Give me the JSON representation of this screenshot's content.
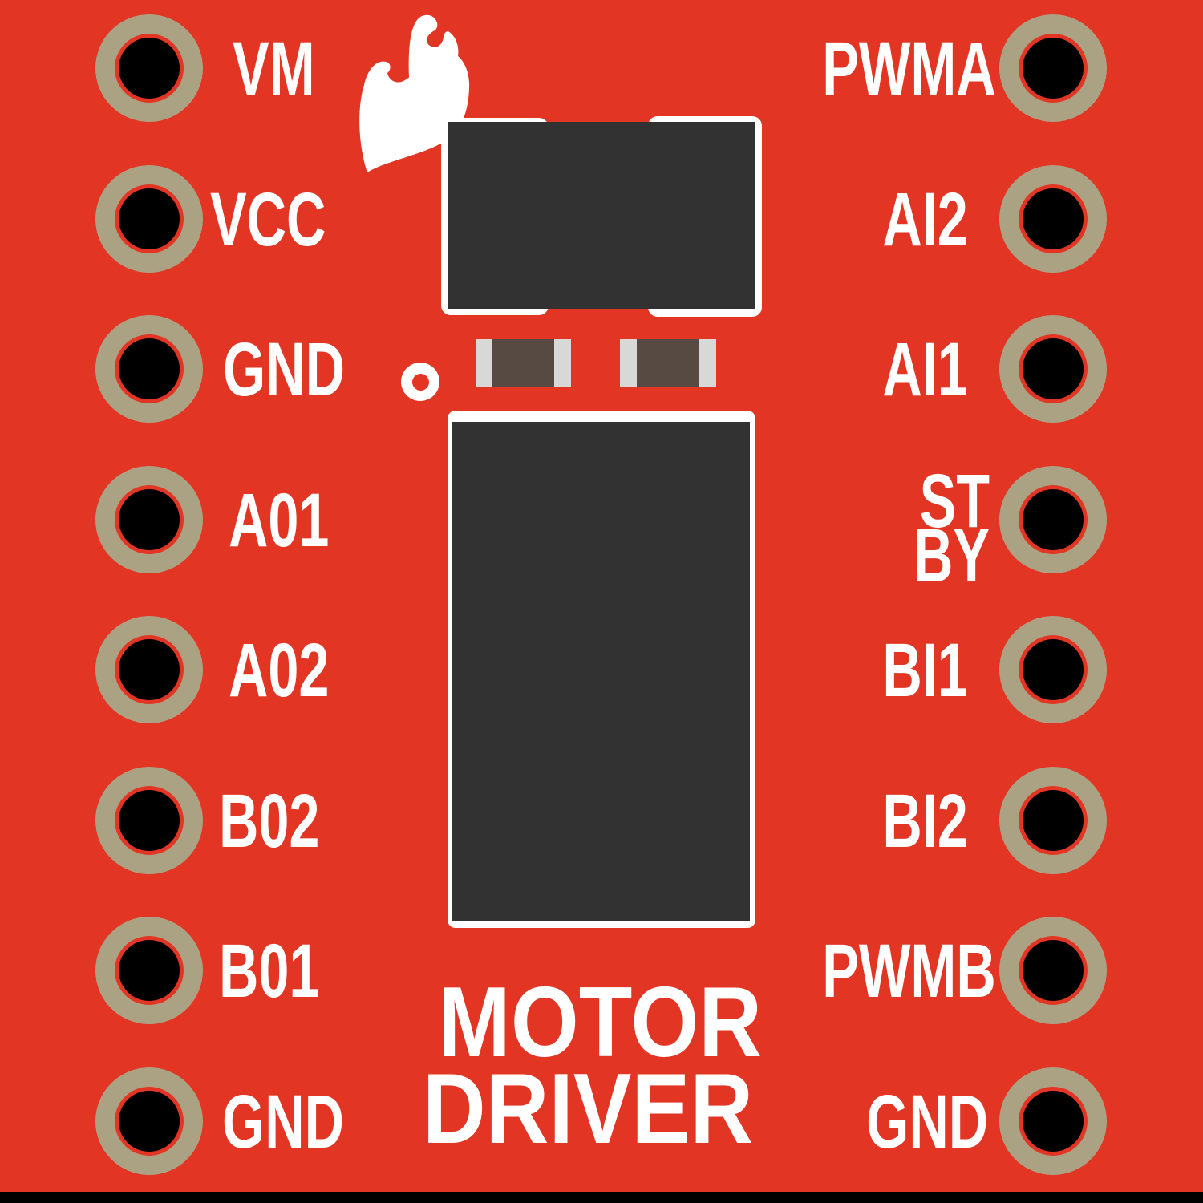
{
  "board": {
    "product_text": {
      "line1": "MOTOR",
      "line2": "DRIVER"
    },
    "logo": "sparkfun-flame",
    "pins": {
      "left": [
        "VM",
        "VCC",
        "GND",
        "A01",
        "A02",
        "B02",
        "B01",
        "GND"
      ],
      "right": [
        "PWMA",
        "AI2",
        "AI1",
        "ST BY",
        "BI1",
        "BI2",
        "PWMB",
        "GND"
      ]
    },
    "components": {
      "large_ic": "motor-driver-ic",
      "small_ic": "regulator-ic",
      "capacitors": 2,
      "via": 1
    },
    "colors": {
      "board_red": "#E23524",
      "pad_ring_gold": "#ABA284",
      "hole_black": "#000000",
      "silkscreen_white": "#FFFFFF",
      "ic_body_dark": "#333232",
      "smd_body": "#564A42",
      "smd_end": "#D8D8D6",
      "bottom_edge_black": "#000000"
    }
  }
}
